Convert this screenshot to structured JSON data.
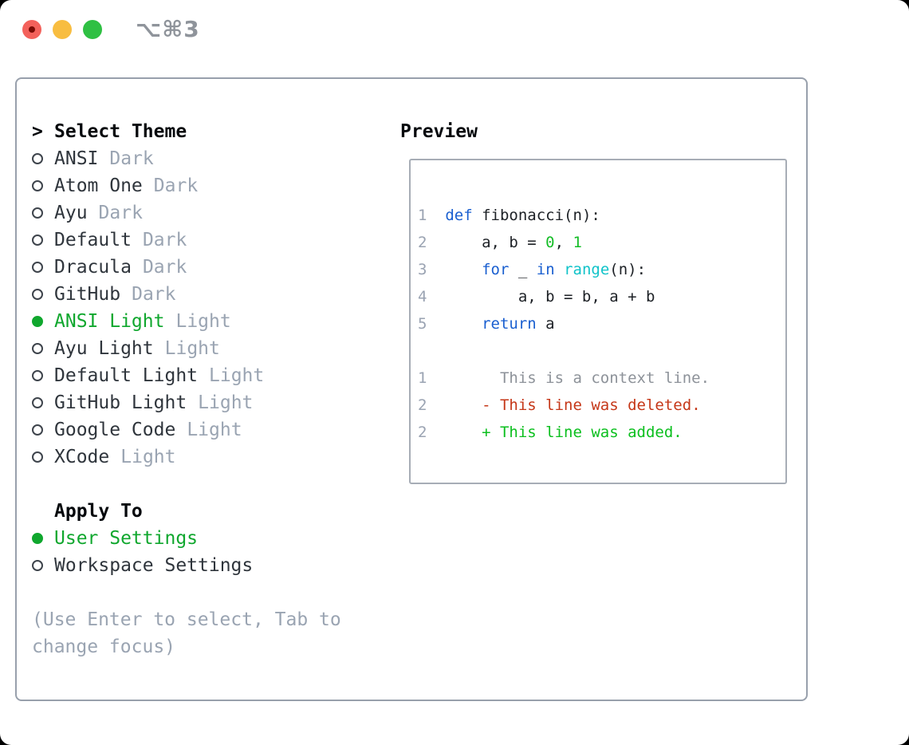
{
  "window": {
    "shortcut": "⌥⌘3"
  },
  "theme_panel": {
    "title": "Select Theme",
    "items": [
      {
        "name": "ANSI",
        "variant": "Dark",
        "selected": false
      },
      {
        "name": "Atom One",
        "variant": "Dark",
        "selected": false
      },
      {
        "name": "Ayu",
        "variant": "Dark",
        "selected": false
      },
      {
        "name": "Default",
        "variant": "Dark",
        "selected": false
      },
      {
        "name": "Dracula",
        "variant": "Dark",
        "selected": false
      },
      {
        "name": "GitHub",
        "variant": "Dark",
        "selected": false
      },
      {
        "name": "ANSI Light",
        "variant": "Light",
        "selected": true
      },
      {
        "name": "Ayu Light",
        "variant": "Light",
        "selected": false
      },
      {
        "name": "Default Light",
        "variant": "Light",
        "selected": false
      },
      {
        "name": "GitHub Light",
        "variant": "Light",
        "selected": false
      },
      {
        "name": "Google Code",
        "variant": "Light",
        "selected": false
      },
      {
        "name": "XCode",
        "variant": "Light",
        "selected": false
      }
    ],
    "apply_to": {
      "title": "Apply To",
      "options": [
        {
          "name": "User Settings",
          "selected": true
        },
        {
          "name": "Workspace Settings",
          "selected": false
        }
      ]
    },
    "hint": "(Use Enter to select, Tab to change focus)"
  },
  "preview": {
    "title": "Preview",
    "lines": [
      {
        "kind": "code",
        "tokens": [
          {
            "t": "1",
            "c": "ln"
          },
          {
            "t": "  ",
            "c": "pl"
          },
          {
            "t": "def",
            "c": "kw"
          },
          {
            "t": " fibonacci(n):",
            "c": "pl"
          }
        ]
      },
      {
        "kind": "code",
        "tokens": [
          {
            "t": "2",
            "c": "ln"
          },
          {
            "t": "      a, b = ",
            "c": "pl"
          },
          {
            "t": "0",
            "c": "num"
          },
          {
            "t": ", ",
            "c": "pl"
          },
          {
            "t": "1",
            "c": "num"
          }
        ]
      },
      {
        "kind": "code",
        "tokens": [
          {
            "t": "3",
            "c": "ln"
          },
          {
            "t": "      ",
            "c": "pl"
          },
          {
            "t": "for",
            "c": "kw"
          },
          {
            "t": " _ ",
            "c": "pl"
          },
          {
            "t": "in",
            "c": "kw"
          },
          {
            "t": " ",
            "c": "pl"
          },
          {
            "t": "range",
            "c": "fn"
          },
          {
            "t": "(n):",
            "c": "pl"
          }
        ]
      },
      {
        "kind": "code",
        "tokens": [
          {
            "t": "4",
            "c": "ln"
          },
          {
            "t": "          a, b = b, a + b",
            "c": "pl"
          }
        ]
      },
      {
        "kind": "code",
        "tokens": [
          {
            "t": "5",
            "c": "ln"
          },
          {
            "t": "      ",
            "c": "pl"
          },
          {
            "t": "return",
            "c": "kw"
          },
          {
            "t": " a",
            "c": "pl"
          }
        ]
      },
      {
        "kind": "blank",
        "tokens": []
      },
      {
        "kind": "diff-context",
        "tokens": [
          {
            "t": "1",
            "c": "ln"
          },
          {
            "t": "        This is a context line.",
            "c": "ctx"
          }
        ]
      },
      {
        "kind": "diff-deleted",
        "tokens": [
          {
            "t": "2",
            "c": "ln"
          },
          {
            "t": "      ",
            "c": "pl"
          },
          {
            "t": "- This line was deleted.",
            "c": "del"
          }
        ]
      },
      {
        "kind": "diff-added",
        "tokens": [
          {
            "t": "2",
            "c": "ln"
          },
          {
            "t": "      ",
            "c": "pl"
          },
          {
            "t": "+ This line was added.",
            "c": "add"
          }
        ]
      }
    ]
  },
  "colors": {
    "traffic_red": "#f3615b",
    "traffic_red_dot": "#7a0b05",
    "traffic_yellow": "#f8bd40",
    "traffic_green": "#2fc043",
    "shortcut_gray": "#8f949b",
    "panel_border": "#98a0ac",
    "preview_border": "#a7adb6",
    "radio_outline": "#3e444c",
    "text_header": "#05080c",
    "text_primary": "#2f353c",
    "text_muted": "#9aa4b2",
    "accent_green": "#10a72e",
    "code_text": "#1d2126",
    "line_number_gray": "#9aa3b2",
    "keyword_blue": "#1a5fd0",
    "number_green": "#15bd27",
    "function_cyan": "#10c3c9",
    "context_gray": "#8d9299",
    "deleted_red": "#c53718",
    "added_green": "#0bbf1e"
  }
}
